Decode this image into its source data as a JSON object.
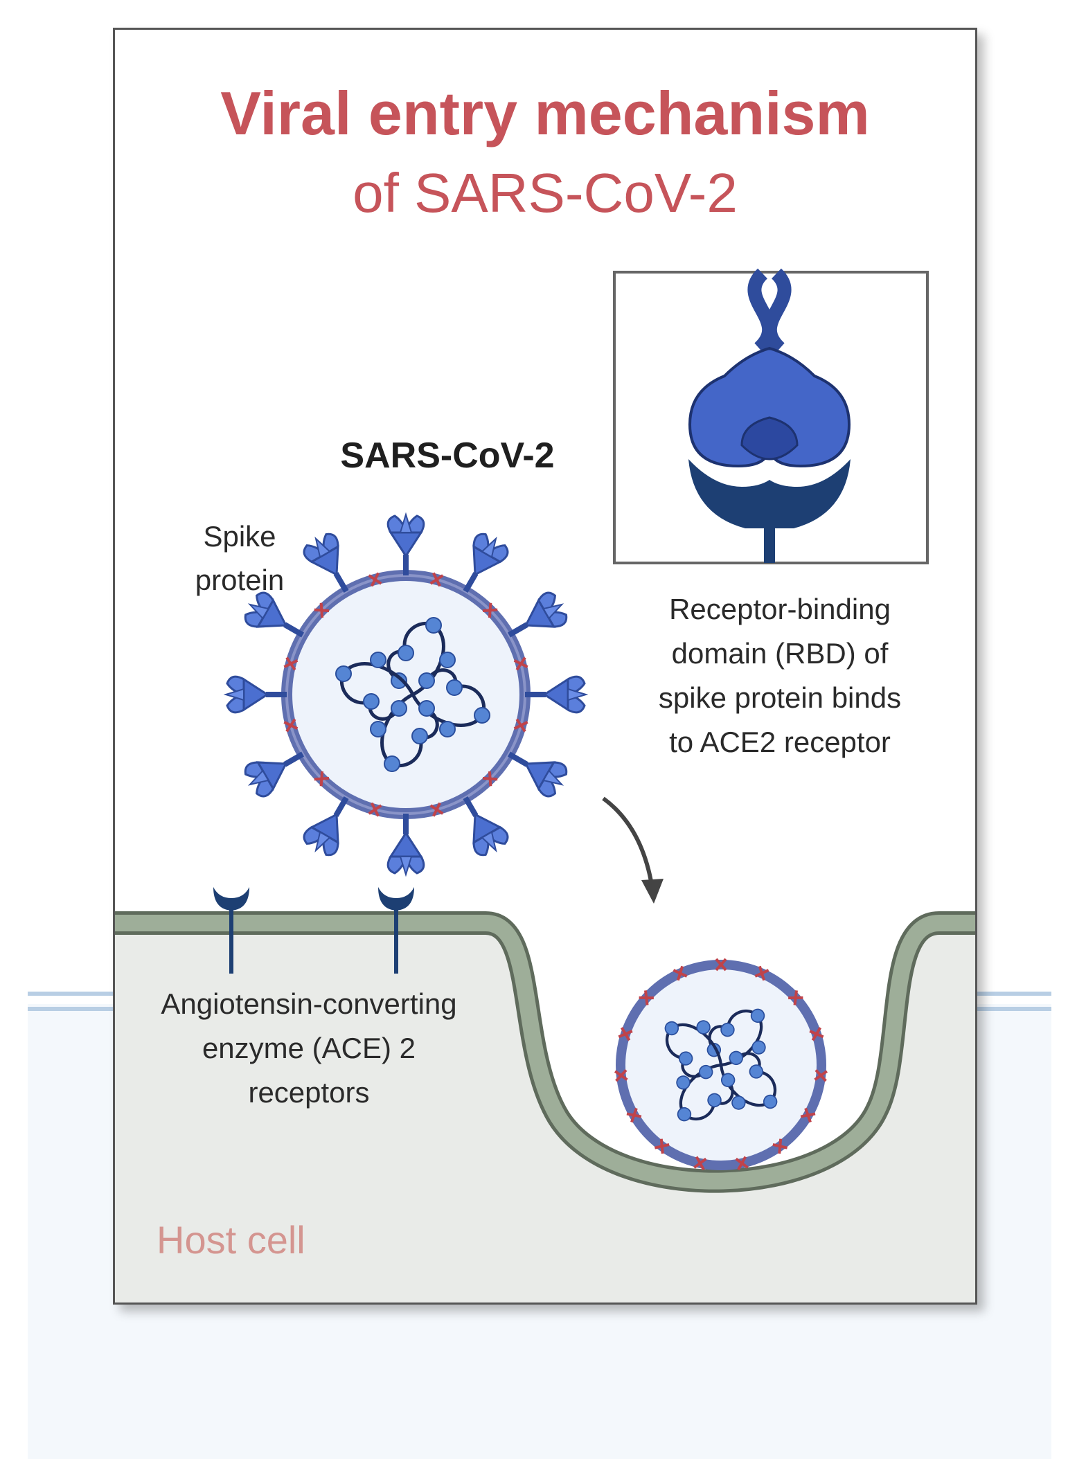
{
  "title": {
    "line1": "Viral entry mechanism",
    "line2": "of SARS-CoV-2"
  },
  "virus_label": "SARS-CoV-2",
  "spike_label": {
    "line1": "Spike",
    "line2": "protein"
  },
  "rbd_caption": {
    "line1": "Receptor-binding",
    "line2": "domain (RBD) of",
    "line3": "spike protein binds",
    "line4": "to ACE2 receptor"
  },
  "ace2_label": {
    "line1": "Angiotensin-converting",
    "line2": "enzyme (ACE) 2",
    "line3": "receptors"
  },
  "host_label": "Host cell",
  "colors": {
    "title": "#c6545a",
    "spike": "#3f63c8",
    "receptor": "#1d3f73",
    "envelope": "#5f6fb0",
    "envelope_protein": "#c0434a",
    "membrane": "#8b9a87",
    "host_cell": "#e9ebe8",
    "rna": "#1b2b5a"
  }
}
